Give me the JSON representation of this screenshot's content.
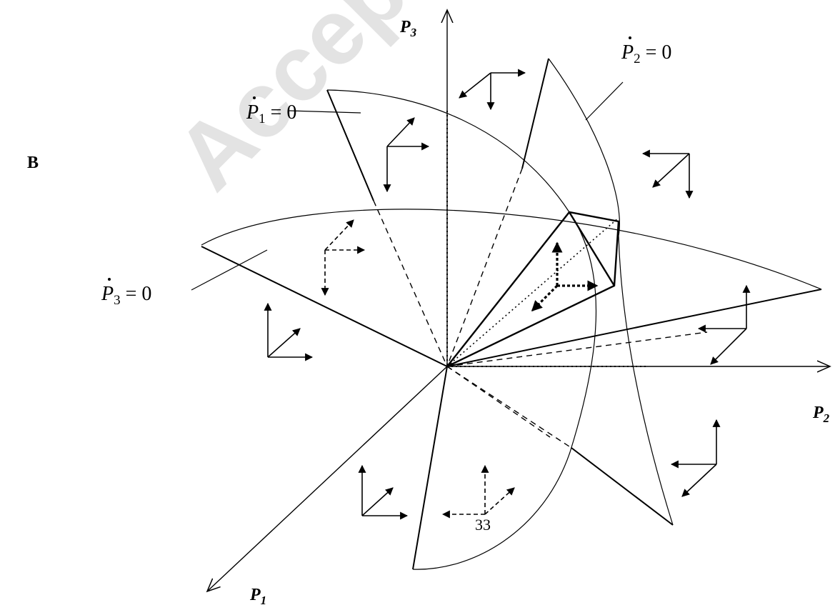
{
  "watermark": "Accepted",
  "panel_label": "B",
  "axes": {
    "p1": {
      "base": "P",
      "sub": "1"
    },
    "p2": {
      "base": "P",
      "sub": "2"
    },
    "p3": {
      "base": "P",
      "sub": "3"
    }
  },
  "nullclines": {
    "p1": {
      "var": "P",
      "sub": "1",
      "rhs": " = 0"
    },
    "p2": {
      "var": "P",
      "sub": "2",
      "rhs": " = 0"
    },
    "p3": {
      "var": "P",
      "sub": "3",
      "rhs": " = 0"
    }
  },
  "page_number": "33"
}
